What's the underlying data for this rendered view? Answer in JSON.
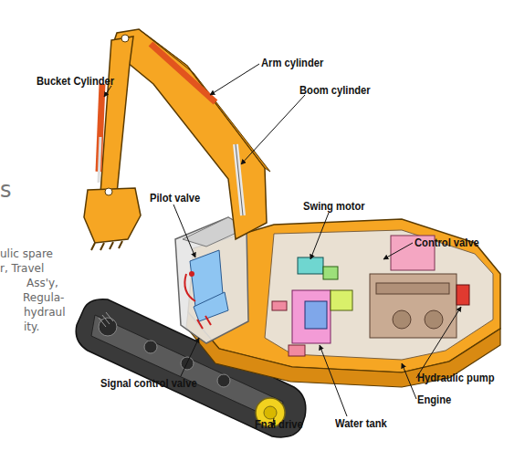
{
  "diagram": {
    "labels": [
      "Bucket Cylinder",
      "Arm cylinder",
      "Boom cylinder",
      "Pilot valve",
      "Swing motor",
      "Control valve",
      "Signal control valve",
      "Hydraulic pump",
      "Engine",
      "Fnal drive",
      "Water tank",
      "s",
      "ulic spare",
      "r, Travel",
      "Ass'y,",
      "Regula-",
      "hydraulic",
      "ity."
    ]
  }
}
